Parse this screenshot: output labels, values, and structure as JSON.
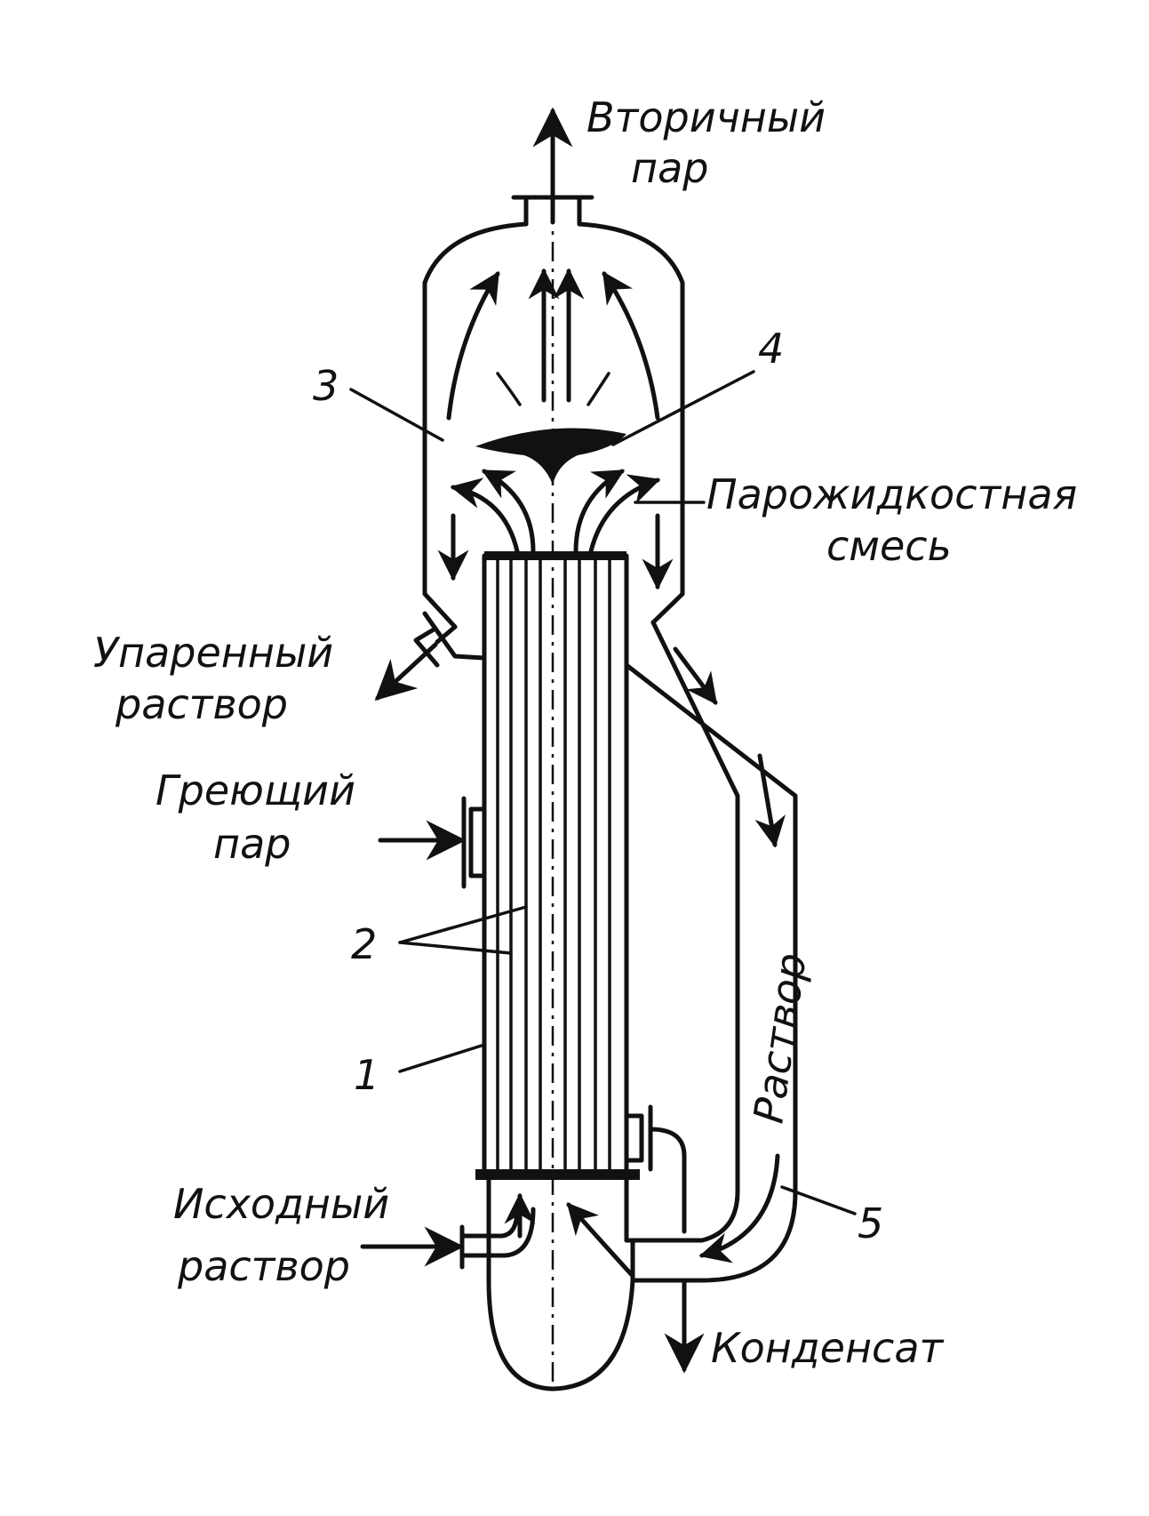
{
  "labels": {
    "secondary_steam": [
      "Вторичный",
      "пар"
    ],
    "mixture": [
      "Парожидкостная",
      "смесь"
    ],
    "evaporated_solution": [
      "Упаренный",
      "раствор"
    ],
    "heating_steam": [
      "Греющий",
      "пар"
    ],
    "initial_solution": [
      "Исходный",
      "раствор"
    ],
    "condensate": "Конденсат",
    "solution": "Раствор"
  },
  "numbers": {
    "n1": "1",
    "n2": "2",
    "n3": "3",
    "n4": "4",
    "n5": "5"
  }
}
